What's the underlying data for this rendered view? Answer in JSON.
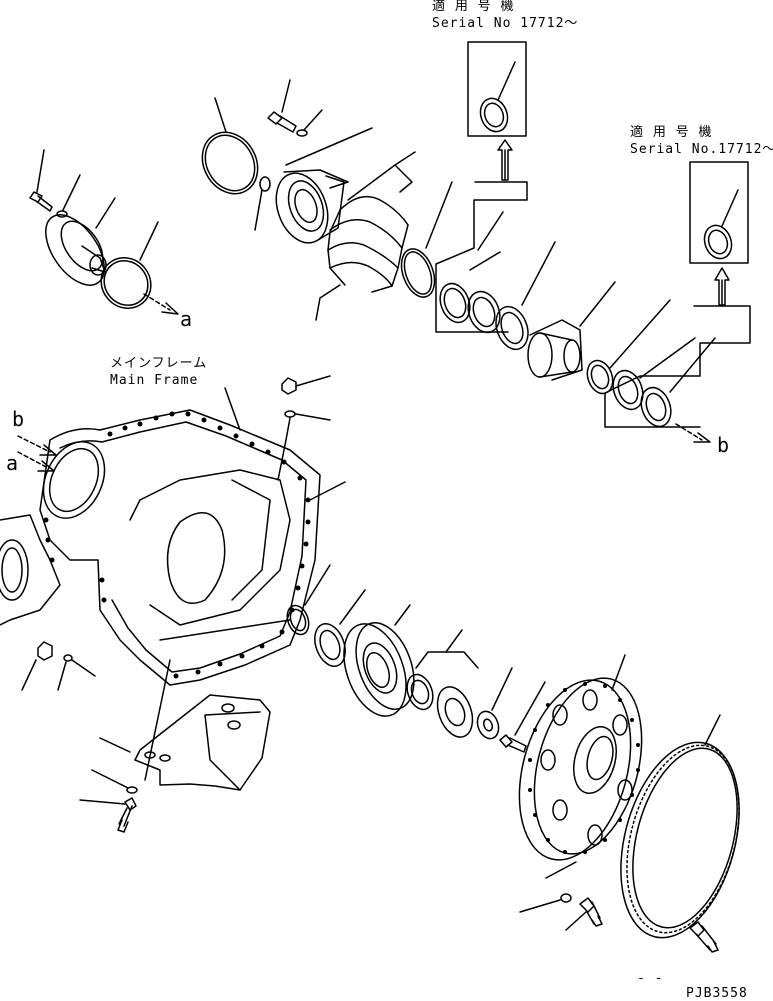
{
  "labels": {
    "serial_note_1_jp": "適 用 号 機",
    "serial_note_1_en": "Serial No 17712～",
    "serial_note_2_jp": "適 用 号 機",
    "serial_note_2_en": "Serial No.17712～",
    "main_frame_jp": "メインフレーム",
    "main_frame_en": "Main Frame",
    "ref_a_top": "a",
    "ref_b_right": "b",
    "ref_b_left": "b",
    "ref_a_left": "a",
    "drawing_number": "PJB3558",
    "bottom_mark": "- -"
  },
  "colors": {
    "line": "#000000",
    "background": "#ffffff"
  }
}
